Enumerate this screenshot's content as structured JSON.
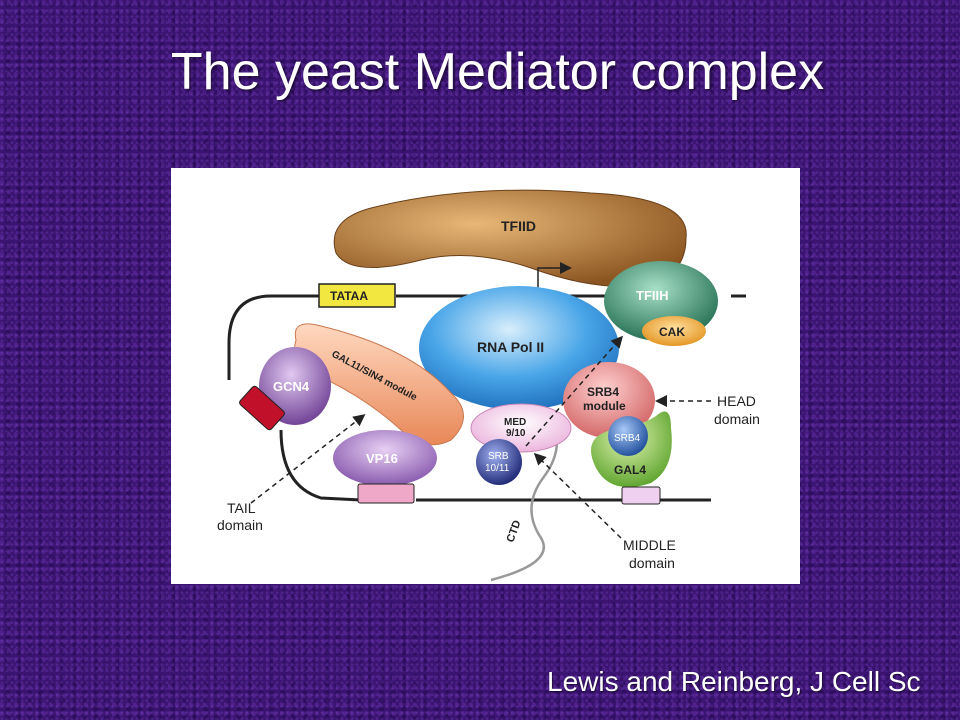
{
  "slide": {
    "title": "The yeast Mediator complex",
    "citation": "Lewis and Reinberg, J Cell Sc"
  },
  "diagram": {
    "labels": {
      "tfiid": "TFIID",
      "tataa": "TATAA",
      "tfiih": "TFIIH",
      "cak": "CAK",
      "rna_pol": "RNA Pol II",
      "gcn4": "GCN4",
      "gal11_module": "GAL11/SIN4 module",
      "vp16": "VP16",
      "med_line1": "MED",
      "med_line2": "9/10",
      "srb_line1": "SRB",
      "srb_line2": "10/11",
      "srb4_module_line1": "SRB4",
      "srb4_module_line2": "module",
      "srb4_small": "SRB4",
      "gal4": "GAL4",
      "ctd": "CTD",
      "head_line1": "HEAD",
      "head_line2": "domain",
      "tail_line1": "TAIL",
      "tail_line2": "domain",
      "middle_line1": "MIDDLE",
      "middle_line2": "domain"
    },
    "colors": {
      "tfiid": "#b07a3a",
      "tataa": "#f2e640",
      "tfiih": "#2f8c6a",
      "cak": "#f0a030",
      "rna_pol": "#3a9ae0",
      "gcn4": "#8a5ab0",
      "gal11": "#f2a07a",
      "vp16": "#a070c0",
      "med": "#f4c8e8",
      "srb": "#2a3a90",
      "srb4_module": "#e07878",
      "gal4": "#8ac040",
      "dna_box": "#c0102a",
      "pink_box": "#f0a8c8"
    }
  }
}
